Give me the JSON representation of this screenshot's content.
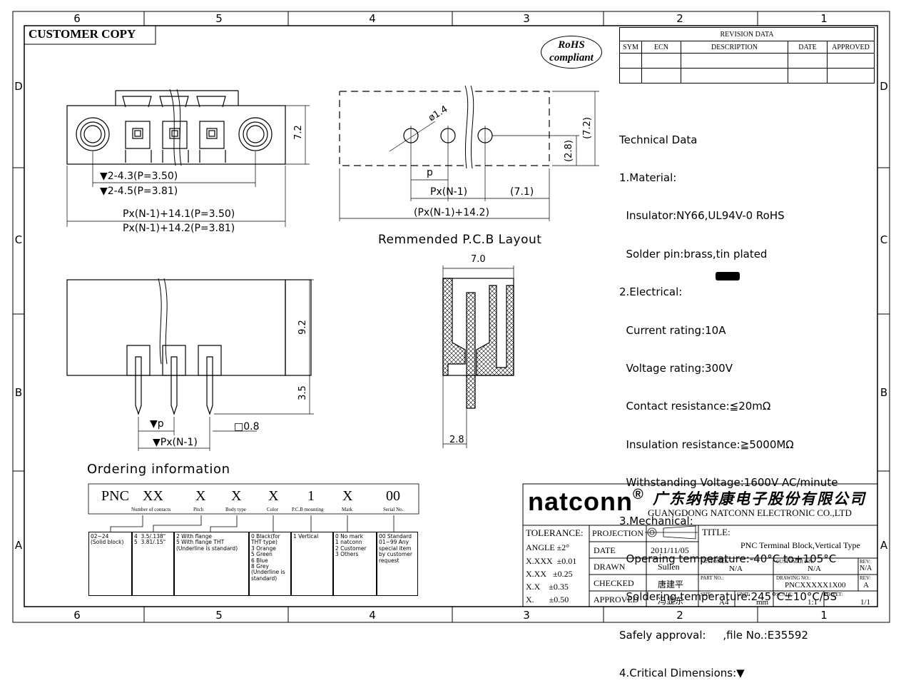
{
  "frame": {
    "col_labels_top": [
      "6",
      "5",
      "4",
      "3",
      "2",
      "1"
    ],
    "col_labels_bottom": [
      "6",
      "5",
      "4",
      "3",
      "2",
      "1"
    ],
    "row_labels": [
      "D",
      "C",
      "B",
      "A"
    ]
  },
  "stamp": "CUSTOMER COPY",
  "rohs": {
    "line1": "RoHS",
    "line2": "compliant"
  },
  "revision": {
    "title": "REVISION DATA",
    "headers": [
      "SYM",
      "ECN",
      "DESCRIPTION",
      "DATE",
      "APPROVED"
    ]
  },
  "technical": {
    "lines": [
      "Technical Data",
      "1.Material:",
      "  Insulator:NY66,UL94V-0 RoHS",
      "  Solder pin:brass,tin plated",
      "2.Electrical:",
      "  Current rating:10A",
      "  Voltage rating:300V",
      "  Contact resistance:≦20mΩ",
      "  Insulation resistance:≧5000MΩ",
      "  Withstanding Voltage:1600V AC/minute",
      "3.Mechanical:",
      "  Operaing temperature:-40°C to+105°C",
      "  Soldering temperature:245°C±10°C/5S",
      "Safely approval:     ,file No.:E35592",
      "4.Critical Dimensions:▼"
    ]
  },
  "front_view": {
    "dim_height": "7.2",
    "dim_pitch1": "▼2-4.3(P=3.50)",
    "dim_pitch2": "▼2-4.5(P=3.81)",
    "dim_len1": "Px(N-1)+14.1(P=3.50)",
    "dim_len2": "Px(N-1)+14.2(P=3.81)"
  },
  "pcb_view": {
    "hole": "ø1.4",
    "p": "p",
    "pxn": "Px(N-1)",
    "d71": "(7.1)",
    "dlen": "(Px(N-1)+14.2)",
    "h72": "(7.2)",
    "h28": "(2.8)",
    "caption": "Remmended P.C.B Layout"
  },
  "side_view": {
    "width": "7.0",
    "pin": "2.8"
  },
  "bottom_view": {
    "h92": "9.2",
    "h35": "3.5",
    "sq": "□0.8",
    "p": "▼p",
    "pxn": "▼Px(N-1)"
  },
  "ordering": {
    "title": "Ordering information",
    "code": [
      "PNC",
      "XX",
      "X",
      "X",
      "X",
      "1",
      "X",
      "00"
    ],
    "captions": [
      "Number of contacts",
      "Pitch",
      "Body type",
      "Color",
      "P.C.B mounting",
      "Mark",
      "Serial No."
    ],
    "boxes": [
      "02~24\n(Solid block)",
      "4  3.5/.138\"\n5  3.81/.15\"",
      "2 With flange\n5 With flange THT\n(Underline is standard)",
      "0 Black(for\nTHT type)\n3 Orange\n5 Green\n6 Blue\n8 Grey\n(Underline is\nstandard)",
      "1 Vertical",
      "0 No mark\n1 natconn\n2 Customer\n3 Others",
      "00 Standard\n01~99 Any\nspecial item\nby customer\nrequest"
    ]
  },
  "company": {
    "brand": "natconn",
    "reg": "®",
    "name_cn": "广东纳特康电子股份有限公司",
    "name_en": "GUANGDONG NATCONN ELECTRONIC CO.,LTD"
  },
  "title_block": {
    "tolerance": "TOLERANCE:",
    "angle": "ANGLE ±2°",
    "xxxx": "X.XXX  ±0.01",
    "xxx": "X.XX   ±0.25",
    "xx": "X.X    ±0.35",
    "x": "X.       ±0.50",
    "projection": "PROJECTION",
    "date_lbl": "DATE",
    "date_val": "2011/11/05",
    "drawn_lbl": "DRAWN",
    "drawn_val": "Sullen",
    "checked_lbl": "CHECKED",
    "checked_val": "唐建平",
    "approved_lbl": "APPROVED",
    "approved_val": "冯显东",
    "title_lbl": "TITLE:",
    "title_val": "PNC  Terminal Block,Vertical Type",
    "customer_lbl": "CUSTOMER:",
    "customer_val": "N/A",
    "cust_pn_lbl": "CUSTOMER P/N:",
    "cust_pn_val": "N/A",
    "rev_lbl": "REV:",
    "rev1_val": "N/A",
    "partno_lbl": "PART NO.:",
    "drawing_lbl": "DRAWING NO.:",
    "drawing_val": "PNCXXXXX1X00",
    "rev2_val": "A",
    "size_lbl": "SIZE:",
    "size_val": "A4",
    "unit_lbl": "UNIT:",
    "unit_val": "mm",
    "scale_lbl": "SCALE:",
    "scale_val": "1:1",
    "sheet_lbl": "SHEET:",
    "sheet_val": "1/1"
  }
}
